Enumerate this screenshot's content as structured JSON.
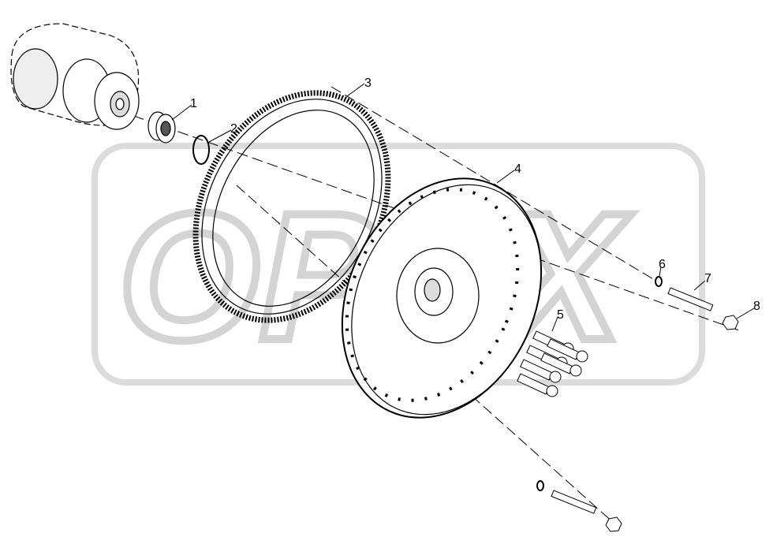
{
  "diagram": {
    "watermark": "OPEX",
    "callouts": [
      {
        "label": "1",
        "part": "bearing"
      },
      {
        "label": "2",
        "part": "snap-ring"
      },
      {
        "label": "3",
        "part": "ring-gear"
      },
      {
        "label": "4",
        "part": "flywheel"
      },
      {
        "label": "5",
        "part": "flywheel-bolts"
      },
      {
        "label": "6",
        "part": "washer"
      },
      {
        "label": "7",
        "part": "stud"
      },
      {
        "label": "8",
        "part": "nut"
      }
    ]
  }
}
